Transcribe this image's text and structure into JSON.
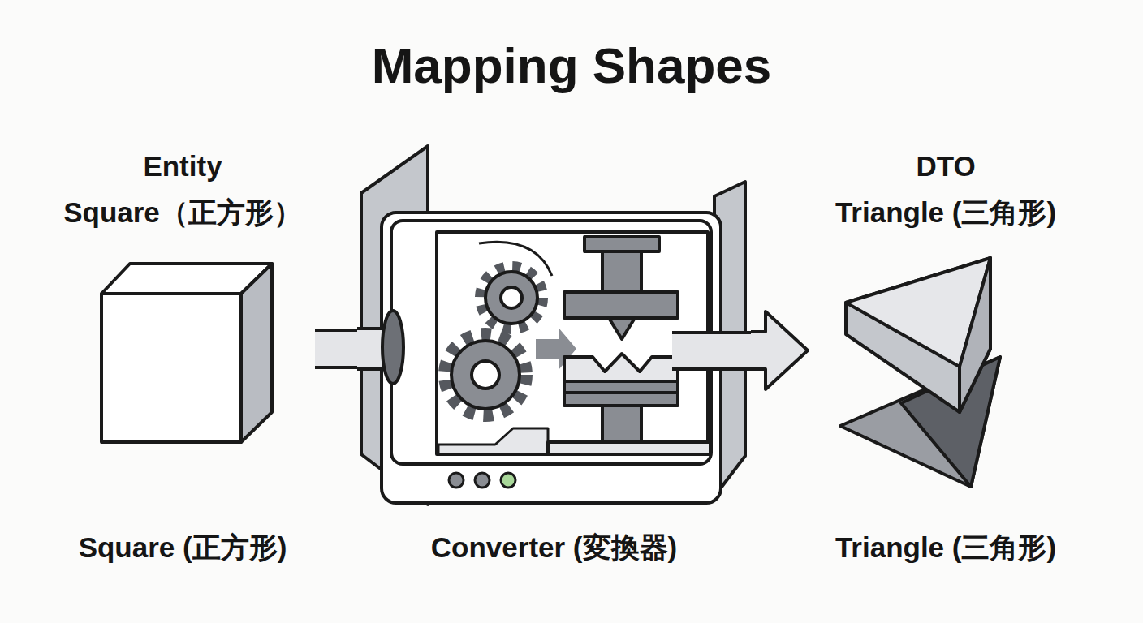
{
  "diagram": {
    "title": "Mapping Shapes",
    "nodes": [
      {
        "text": [
          "Entity",
          "Square（正方形）",
          "Square (正方形)"
        ]
      },
      {
        "text": [
          "Converter (変換器)"
        ]
      },
      {
        "text": [
          "DTO",
          "Triangle (三角形)",
          "Triangle (三角形)"
        ]
      }
    ],
    "edges": [
      {
        "from": 0,
        "to": 1,
        "arrow": "none"
      },
      {
        "from": 1,
        "to": 2,
        "arrow": "to"
      }
    ]
  }
}
